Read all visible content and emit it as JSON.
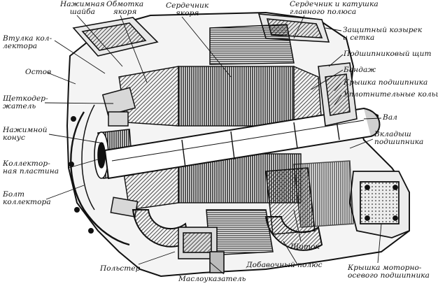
{
  "labels": {
    "nazhimnaya_shaiba": "Нажимная\nшайба",
    "obmotka_yakorya": "Обмотка\nякоря",
    "serdechnik_yakorya": "Сердечник\nякоря",
    "serdechnik_katushka": "Сердечник и катушка\nглавного полюса",
    "zashchitny_kozyrek": "Защитный козырек\nи сетка",
    "vtulka_kollektora": "Втулка кол-\nлектора",
    "podshipnikovy_shchit": "Подшипниковый щит",
    "ostov": "Остов",
    "bandazh": "Бандаж",
    "kryshka_podshipnika": "Крышка подшипника",
    "uplotnitelnye_koltsa": "Уплотнительные кольца",
    "shchetkoderzhatel": "Щеткодер-\nжатель",
    "val": "Вал",
    "nazhimnoy_konus": "Нажимной\nконус",
    "vkladysh_podshipnika": "Вкладыш\nподшипника",
    "kollektornaya_plastina": "Коллектор-\nная пластина",
    "bolt_kollektora": "Болт\nколлектора",
    "shchitok": "Щиток",
    "dobavochny_polyus": "Добавочный полюс",
    "polster": "Польстер",
    "kryshka_motorno_osevogo": "Крышка моторно-\nосевого подшипника",
    "masloukazatel": "Маслоуказатель"
  }
}
